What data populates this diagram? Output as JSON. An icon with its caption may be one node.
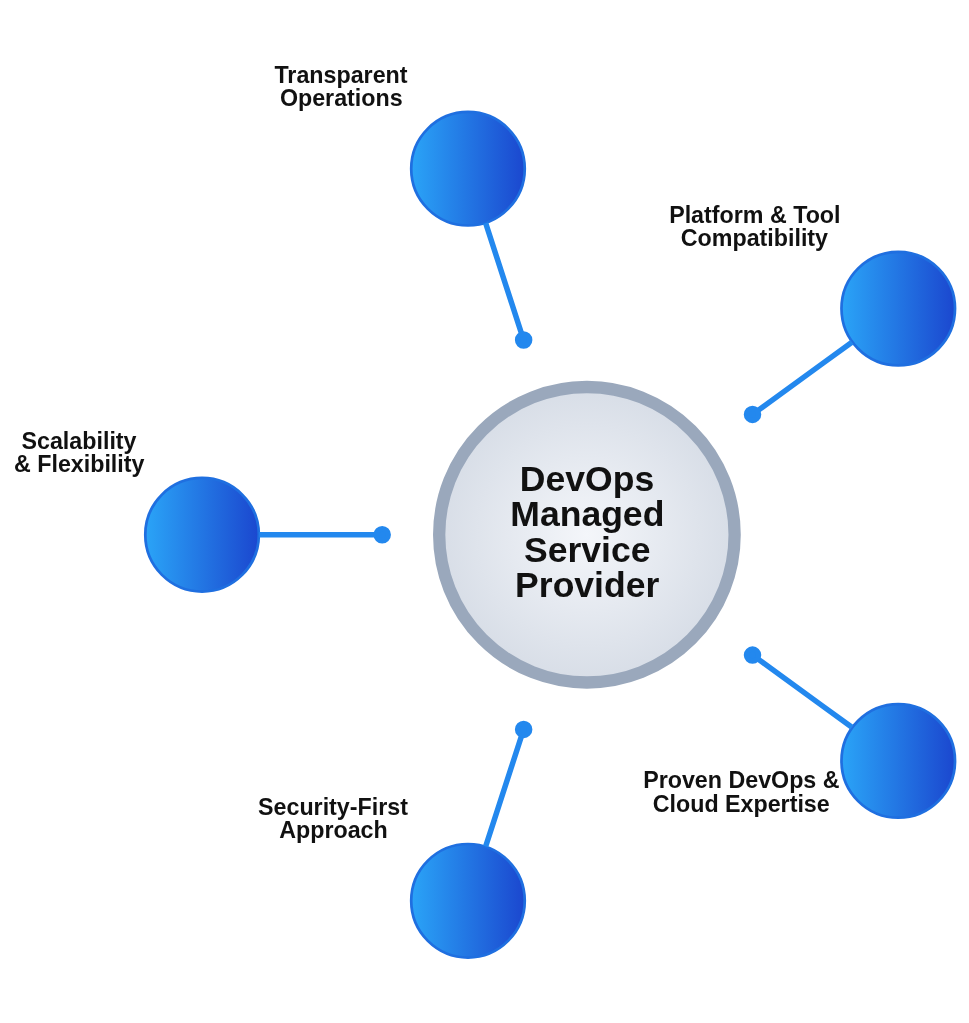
{
  "diagram": {
    "nodes": [
      {
        "text": [
          "DevOps Managed Service Provider"
        ]
      },
      {
        "text": [],
        "shape": "circle",
        "beside": [
          "Proven DevOps & Cloud Expertise"
        ]
      },
      {
        "text": [],
        "shape": "circle",
        "beside": [
          "Security-First Approach"
        ]
      },
      {
        "text": [],
        "shape": "circle",
        "beside": [
          "Scalability & Flexibility"
        ]
      },
      {
        "text": [],
        "shape": "circle",
        "beside": [
          "Transparent Operations"
        ]
      },
      {
        "text": [],
        "shape": "circle",
        "beside": [
          "Platform & Tool Compatibility"
        ]
      }
    ],
    "edges": [
      {
        "from": 1,
        "to": null,
        "arrow": "other"
      },
      {
        "from": 2,
        "to": null,
        "arrow": "other"
      },
      {
        "from": 3,
        "to": null,
        "arrow": "other"
      },
      {
        "from": 4,
        "to": null,
        "arrow": "other"
      },
      {
        "from": 5,
        "to": null,
        "arrow": "other"
      }
    ]
  }
}
